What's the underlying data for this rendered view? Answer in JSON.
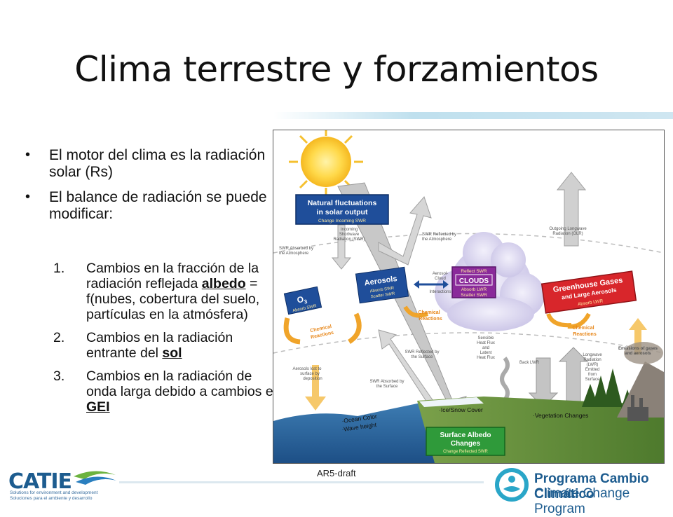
{
  "slide": {
    "title": "Clima terrestre y forzamientos",
    "bullets": [
      "El motor del clima es la radiación solar (Rs)",
      "El balance de radiación se puede modificar:"
    ],
    "numbered": [
      {
        "num": "1.",
        "pre": "Cambios en la fracción de la radiación reflejada ",
        "underline": "albedo",
        "post": " = f(nubes, cobertura del suelo, partículas en la atmósfera)"
      },
      {
        "num": "2.",
        "pre": "Cambios en la radiación entrante del ",
        "underline": "sol",
        "post": ""
      },
      {
        "num": "3.",
        "pre": "Cambios en la radiación de onda larga debido a cambios en ",
        "underline": "GEI",
        "post": ""
      }
    ],
    "caption": "AR5-draft"
  },
  "figure": {
    "natural_fluct": [
      "Natural fluctuations",
      "in solar output"
    ],
    "natural_fluct_sub": "Change Incoming SWR",
    "incoming_swr": [
      "Incoming",
      "Shortwave",
      "Radiation (SWR)"
    ],
    "swr_reflected_atm": [
      "SWR Reflected by",
      "the Atmosphere"
    ],
    "olr": [
      "Outgoing Longwave",
      "Radiation (OLR)"
    ],
    "swr_absorbed_atm": [
      "SWR Absorbed by",
      "the Atmosphere"
    ],
    "o3": "O",
    "o3_sub": "3",
    "o3_absorb": "Absorb SWR",
    "aerosols": "Aerosols",
    "aerosols_sub": [
      "Absorb SWR",
      "Scatter SWR"
    ],
    "aerosol_cloud": [
      "Aerosol-",
      "Cloud",
      "Interactions"
    ],
    "reflect_swr": "Reflect SWR",
    "clouds": "CLOUDS",
    "clouds_sub": [
      "Absorb LWR",
      "Scatter SWR"
    ],
    "ghg": [
      "Greenhouse Gases",
      "and Large Aerosols"
    ],
    "ghg_sub": "Absorb LWR",
    "chem_reactions": [
      "Chemical",
      "Reactions"
    ],
    "aerosols_lost": [
      "Aerosols lost to",
      "surface by",
      "deposition"
    ],
    "swr_reflected_surface": [
      "SWR Reflected by",
      "the Surface"
    ],
    "heat_flux": [
      "Sensible",
      "Heat Flux",
      "and",
      "Latent",
      "Heat Flux"
    ],
    "back_lwr": "Back LWR",
    "lwr_emitted": [
      "Longwave",
      "Radiation",
      "(LWR)",
      "Emitted",
      "from",
      "Surface"
    ],
    "emissions": [
      "Emissions of gases",
      "and aerosols"
    ],
    "swr_absorbed_surface": [
      "SWR Absorbed by",
      "the Surface"
    ],
    "ocean": [
      "·Ocean Color",
      "·Wave height"
    ],
    "ice": "·Ice/Snow Cover",
    "vegetation": "·Vegetation Changes",
    "albedo": [
      "Surface Albedo",
      "Changes"
    ],
    "albedo_sub": "Change Reflected SWR"
  },
  "footer": {
    "catie": "CATIE",
    "catie_sub": [
      "Solutions for environment and development",
      "Soluciones para el ambiente y desarrollo"
    ],
    "program_es": "Programa Cambio Climático",
    "program_en": "Climate Change Program"
  },
  "colors": {
    "title_bar": "#bfe0ee",
    "blue_box": "#1f4e9a",
    "red_box": "#d8262b",
    "green_box": "#2f9a3a",
    "purple_box": "#8a2a9a",
    "orange_arrow": "#f0a42a",
    "brand_blue": "#1d5c8f"
  }
}
